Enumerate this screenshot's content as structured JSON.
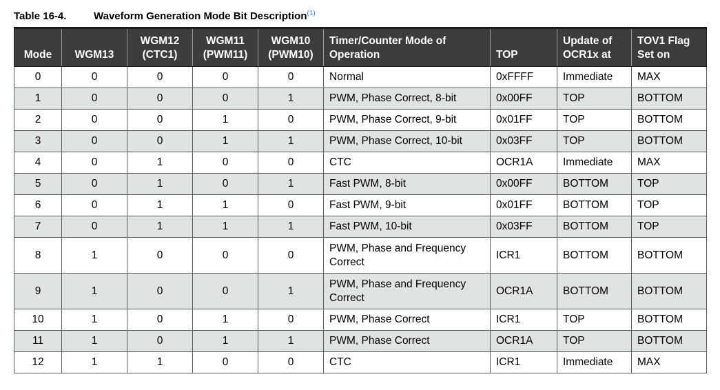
{
  "caption": {
    "number": "Table 16-4.",
    "title": "Waveform Generation Mode Bit Description",
    "note_ref": "(1)"
  },
  "headers": [
    "Mode",
    "WGM13",
    "WGM12\n(CTC1)",
    "WGM11\n(PWM11)",
    "WGM10\n(PWM10)",
    "Timer/Counter Mode of\nOperation",
    "TOP",
    "Update of\nOCR1x at",
    "TOV1 Flag\nSet on"
  ],
  "rows": [
    [
      "0",
      "0",
      "0",
      "0",
      "0",
      "Normal",
      "0xFFFF",
      "Immediate",
      "MAX"
    ],
    [
      "1",
      "0",
      "0",
      "0",
      "1",
      "PWM, Phase Correct, 8-bit",
      "0x00FF",
      "TOP",
      "BOTTOM"
    ],
    [
      "2",
      "0",
      "0",
      "1",
      "0",
      "PWM, Phase Correct, 9-bit",
      "0x01FF",
      "TOP",
      "BOTTOM"
    ],
    [
      "3",
      "0",
      "0",
      "1",
      "1",
      "PWM, Phase Correct, 10-bit",
      "0x03FF",
      "TOP",
      "BOTTOM"
    ],
    [
      "4",
      "0",
      "1",
      "0",
      "0",
      "CTC",
      "OCR1A",
      "Immediate",
      "MAX"
    ],
    [
      "5",
      "0",
      "1",
      "0",
      "1",
      "Fast PWM, 8-bit",
      "0x00FF",
      "BOTTOM",
      "TOP"
    ],
    [
      "6",
      "0",
      "1",
      "1",
      "0",
      "Fast PWM, 9-bit",
      "0x01FF",
      "BOTTOM",
      "TOP"
    ],
    [
      "7",
      "0",
      "1",
      "1",
      "1",
      "Fast PWM, 10-bit",
      "0x03FF",
      "BOTTOM",
      "TOP"
    ],
    [
      "8",
      "1",
      "0",
      "0",
      "0",
      "PWM, Phase and Frequency\nCorrect",
      "ICR1",
      "BOTTOM",
      "BOTTOM"
    ],
    [
      "9",
      "1",
      "0",
      "0",
      "1",
      "PWM, Phase and Frequency\nCorrect",
      "OCR1A",
      "BOTTOM",
      "BOTTOM"
    ],
    [
      "10",
      "1",
      "0",
      "1",
      "0",
      "PWM, Phase Correct",
      "ICR1",
      "TOP",
      "BOTTOM"
    ],
    [
      "11",
      "1",
      "0",
      "1",
      "1",
      "PWM, Phase Correct",
      "OCR1A",
      "TOP",
      "BOTTOM"
    ],
    [
      "12",
      "1",
      "1",
      "0",
      "0",
      "CTC",
      "ICR1",
      "Immediate",
      "MAX"
    ]
  ],
  "colors": {
    "header_background": "#3c3c3c",
    "header_text": "#ffffff",
    "stripe_row": "#dfe3e3",
    "plain_row": "#ffffff",
    "note_ref": "#3b7fc4"
  }
}
